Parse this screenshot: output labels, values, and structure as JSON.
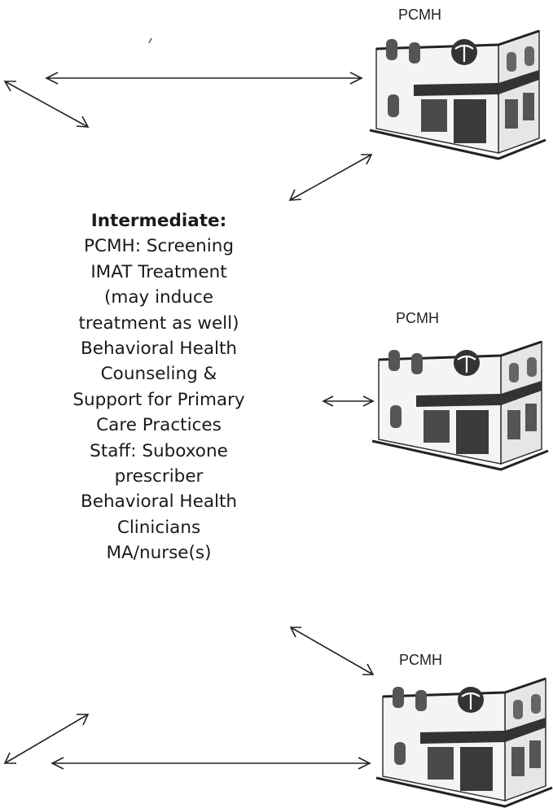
{
  "building_label": "PCMH",
  "hub": {
    "heading": "Intermediate:",
    "lines": [
      "PCMH: Screening",
      "IMAT Treatment",
      "(may induce",
      "treatment as well)",
      "Behavioral Health",
      "Counseling &",
      "Support for Primary",
      "Care Practices",
      "Staff: Suboxone",
      "prescriber",
      "Behavioral Health",
      "Clinicians",
      "MA/nurse(s)"
    ]
  },
  "icons": {
    "building": "pcmh-building-icon",
    "connector": "double-headed-arrow-icon"
  }
}
